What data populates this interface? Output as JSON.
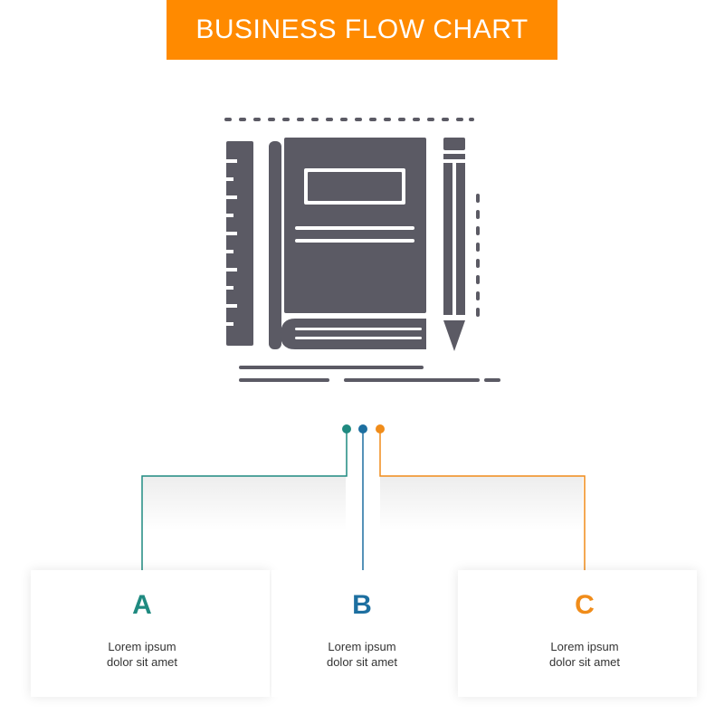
{
  "header": {
    "title": "BUSINESS FLOW CHART"
  },
  "colors": {
    "banner": "#ff8a00",
    "icon": "#5b5a64",
    "step_a": "#1f8a80",
    "step_b": "#1d6fa0",
    "step_c": "#f08c1a"
  },
  "icon": {
    "name": "notebook-ruler-pencil-icon"
  },
  "steps": [
    {
      "letter": "A",
      "line1": "Lorem ipsum",
      "line2": "dolor sit amet"
    },
    {
      "letter": "B",
      "line1": "Lorem ipsum",
      "line2": "dolor sit amet"
    },
    {
      "letter": "C",
      "line1": "Lorem ipsum",
      "line2": "dolor sit amet"
    }
  ]
}
